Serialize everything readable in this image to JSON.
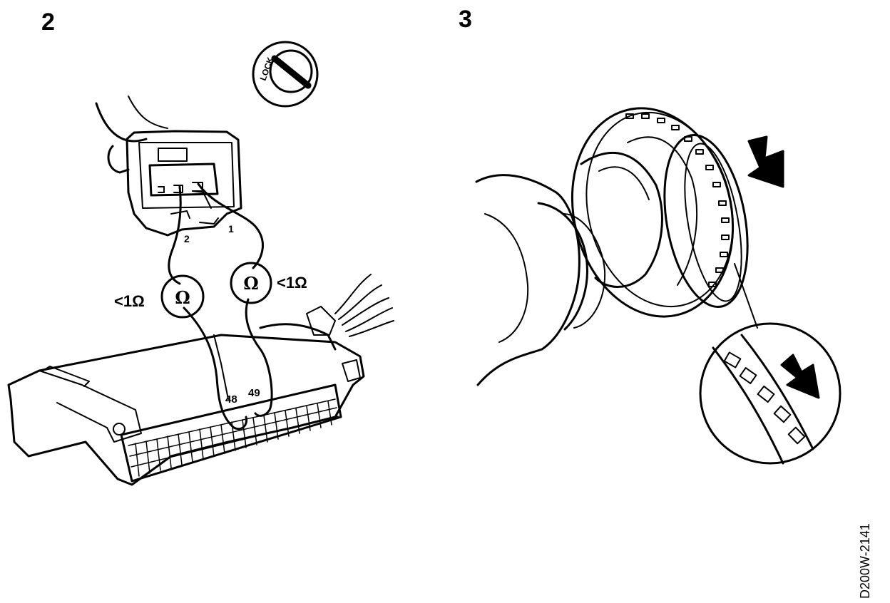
{
  "figure2": {
    "number": "2",
    "lock_label": "LOCK",
    "pin_labels": [
      "2",
      "1"
    ],
    "terminal_labels": [
      "48",
      "49"
    ],
    "meter_left": {
      "symbol": "Ω",
      "reading": "<1Ω"
    },
    "meter_right": {
      "symbol": "Ω",
      "reading": "<1Ω"
    }
  },
  "figure3": {
    "number": "3"
  },
  "reference_code": "D200W-2141",
  "icons": [
    "ignition-lock-icon",
    "ohmmeter-icon",
    "arrow-icon"
  ]
}
